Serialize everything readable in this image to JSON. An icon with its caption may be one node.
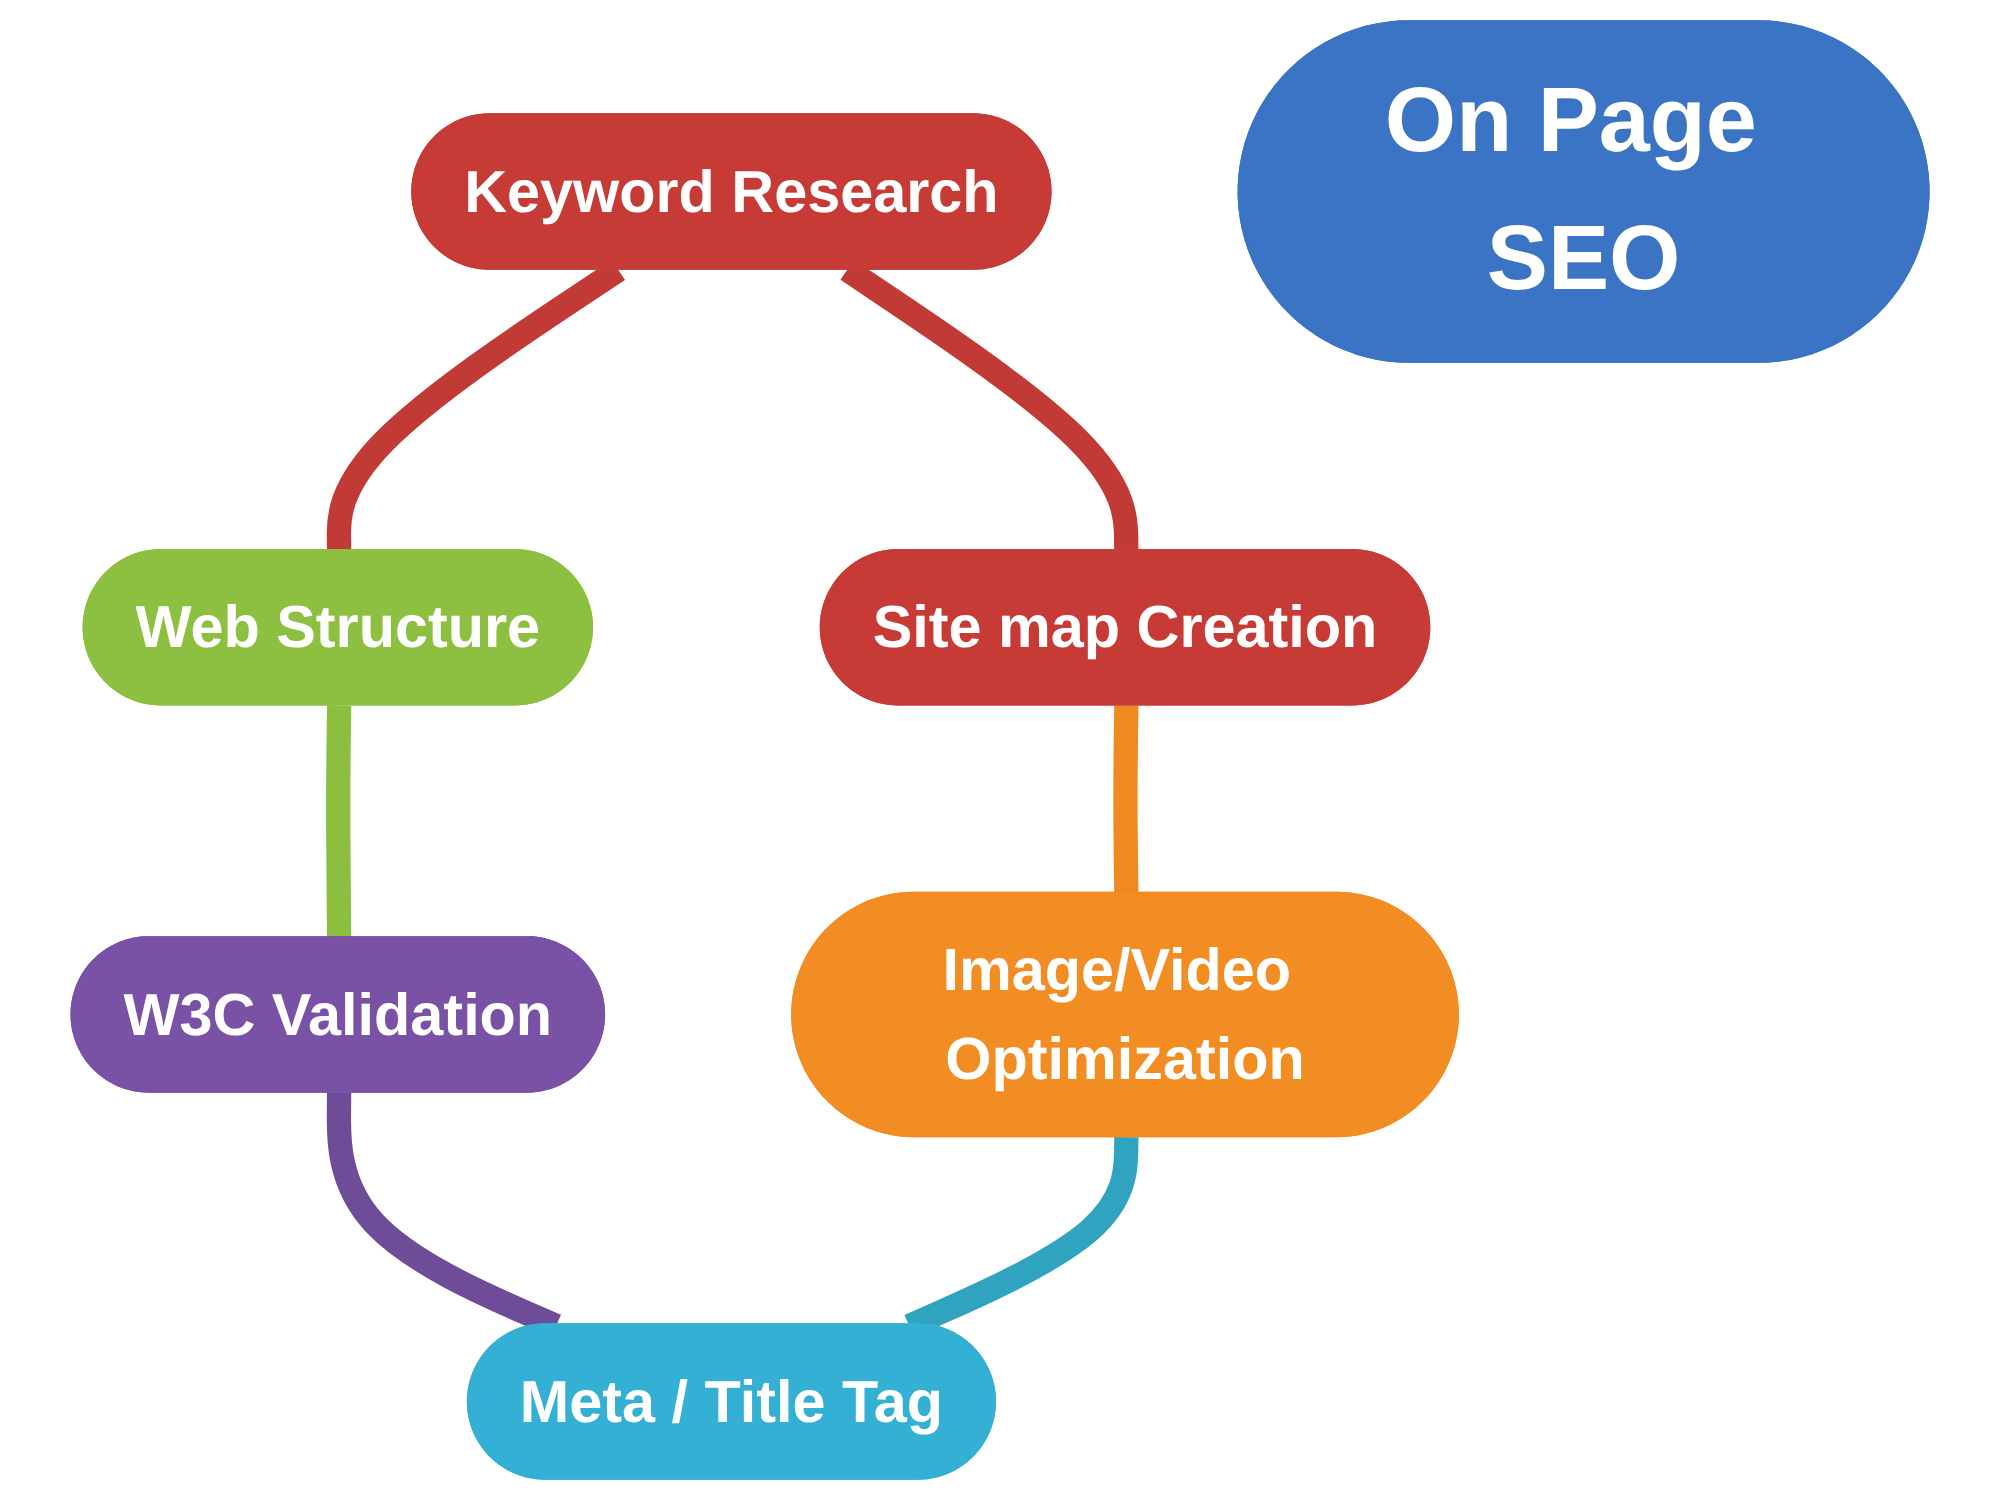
{
  "diagram": {
    "nodes": [
      {
        "text": [
          "Keyword Research"
        ]
      },
      {
        "text": [
          "Site map Creation"
        ]
      },
      {
        "text": [
          "Web Structure"
        ]
      },
      {
        "text": [
          "On Page SEO"
        ]
      },
      {
        "text": [
          "Image/Video Optimization"
        ]
      },
      {
        "text": [
          "W3C Validation"
        ]
      },
      {
        "text": [
          "Meta / Title Tag"
        ]
      }
    ],
    "edges": [
      {
        "from": 0,
        "to": 2,
        "arrow": "none",
        "color": "#c13a36"
      },
      {
        "from": 2,
        "to": 5,
        "arrow": "none",
        "color": "#8cbf3f"
      },
      {
        "from": 5,
        "to": 6,
        "arrow": "none",
        "color": "#6e4c98"
      },
      {
        "from": 4,
        "to": 6,
        "arrow": "none",
        "color": "#2fa3c0"
      },
      {
        "from": 1,
        "to": 4,
        "arrow": "none",
        "color": "#ef8a22"
      },
      {
        "from": 0,
        "to": 1,
        "arrow": "none",
        "color": "#c13a36"
      }
    ]
  }
}
